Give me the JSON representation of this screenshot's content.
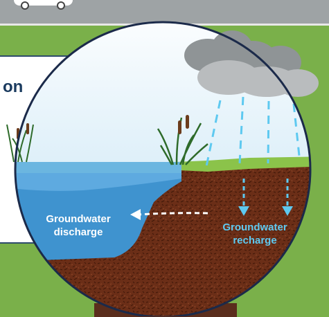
{
  "info_box": {
    "title_fragment": "on"
  },
  "labels": {
    "discharge": "Groundwater discharge",
    "recharge": "Groundwater recharge"
  },
  "colors": {
    "background_green": "#7ab04a",
    "sky": "#cfe9f6",
    "water": "#3f93cf",
    "soil": "#6b2e17",
    "grass": "#8bc34a",
    "rain": "#5ec9f0",
    "cloud": "#8f9496"
  }
}
